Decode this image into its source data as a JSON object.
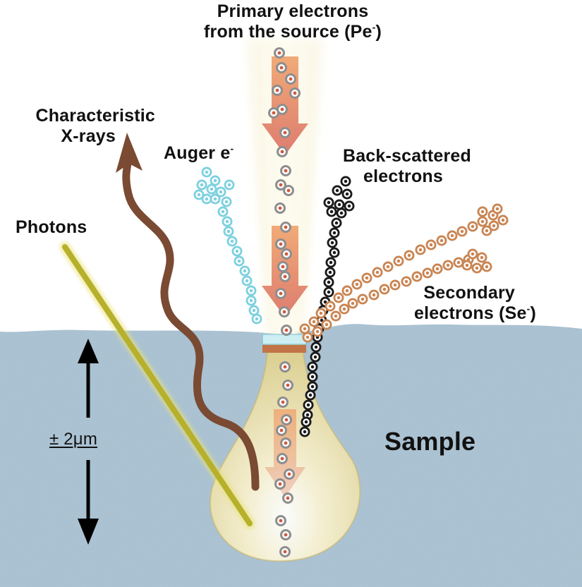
{
  "labels": {
    "primary_line1": "Primary electrons",
    "primary_line2": "from the source (Pe",
    "primary_sup": "-",
    "primary_close": ")",
    "xrays_line1": "Characteristic",
    "xrays_line2": "X-rays",
    "auger_main": "Auger e",
    "auger_sup": "-",
    "backscatter_line1": "Back-scattered",
    "backscatter_line2": "electrons",
    "photons": "Photons",
    "secondary_line1": "Secondary",
    "secondary_line2": "electrons (Se",
    "secondary_sup": "-",
    "secondary_close": ")",
    "depth": "± 2μm",
    "sample": "Sample"
  },
  "colors": {
    "sample_fill": "#a9c1d1",
    "sample_speckle": "#93adbf",
    "beam_glow": "#f1e7b4",
    "interaction_volume": "#e7dca1",
    "arrow_orange": "#e0824c",
    "primary_electron": "#cf5a3c",
    "auger_electron": "#7ed1df",
    "backscattered_electron": "#1d1d1d",
    "secondary_electron": "#c98553",
    "xray_path": "#7a4a32",
    "photon_beam": "#bcb72d",
    "depth_arrow": "#000000"
  }
}
